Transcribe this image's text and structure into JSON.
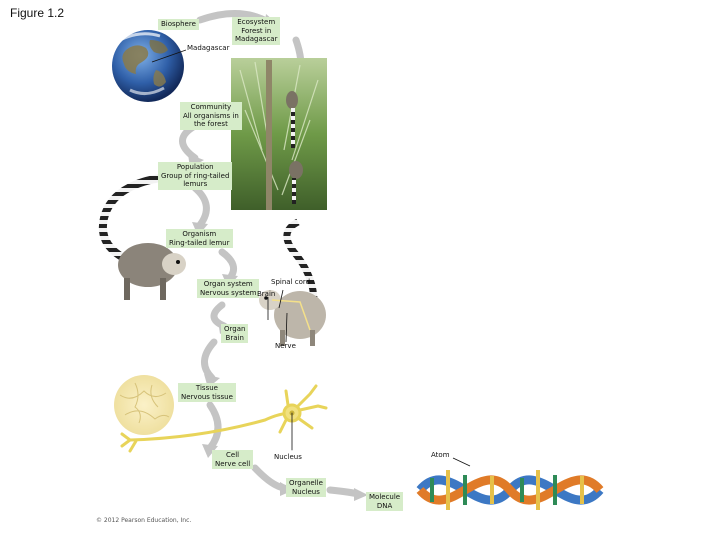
{
  "figure_title": "Figure 1.2",
  "levels": {
    "biosphere": "Biosphere",
    "madagascar": "Madagascar",
    "ecosystem": [
      "Ecosystem",
      "Forest in",
      "Madagascar"
    ],
    "community": [
      "Community",
      "All organisms in",
      "the forest"
    ],
    "population": [
      "Population",
      "Group of ring-tailed",
      "lemurs"
    ],
    "organism": [
      "Organism",
      "Ring-tailed lemur"
    ],
    "organ_system": [
      "Organ system",
      "Nervous system"
    ],
    "spinal_cord": "Spinal cord",
    "brain": "Brain",
    "organ": [
      "Organ",
      "Brain"
    ],
    "nerve": "Nerve",
    "tissue": [
      "Tissue",
      "Nervous tissue"
    ],
    "cell": [
      "Cell",
      "Nerve cell"
    ],
    "nucleus": "Nucleus",
    "organelle": [
      "Organelle",
      "Nucleus"
    ],
    "atom": "Atom",
    "molecule": [
      "Molecule",
      "DNA"
    ]
  },
  "copyright": "© 2012 Pearson Education, Inc.",
  "colors": {
    "arrow": "#c4c4c4",
    "label_bg": "#d6ecc9",
    "ocean": "#2f5fa8",
    "foliage": "#6f9a48"
  },
  "icons": [
    "earth-globe",
    "forest-photo",
    "lemur-group",
    "lemur",
    "lemur-nervous-system",
    "nerve-tissue",
    "nerve-cell",
    "dna-helix"
  ]
}
